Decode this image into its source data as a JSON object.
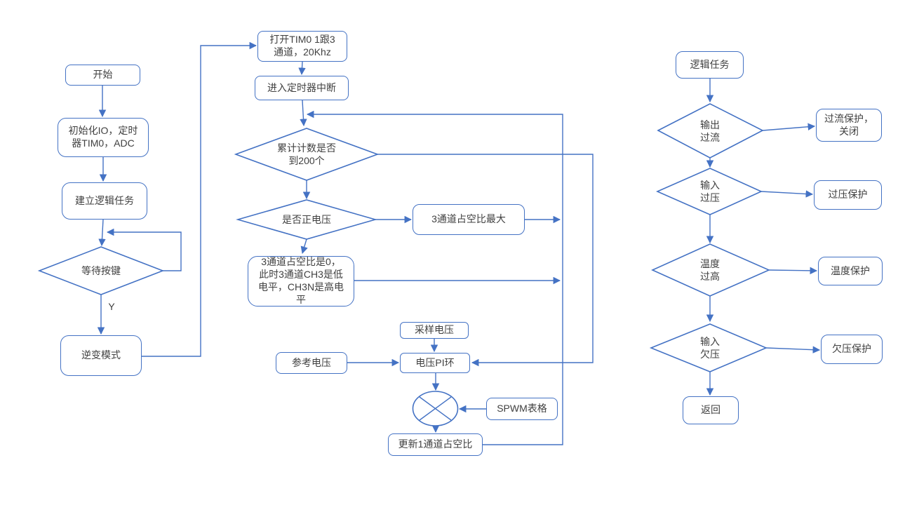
{
  "colors": {
    "stroke": "#4472C4",
    "text": "#404040",
    "background": "#FFFFFF"
  },
  "flowchart": {
    "left": {
      "start": "开始",
      "init_io": "初始化IO，定时\n器TIM0，ADC",
      "create_logic_task": "建立逻辑任务",
      "wait_key": "等待按键",
      "key_yes_label": "Y",
      "inverter_mode": "逆变模式"
    },
    "middle": {
      "open_tim0": "打开TIM0 1跟3\n通道，20Khz",
      "timer_interrupt": "进入定时器中断",
      "count_200": "累计计数是否\n到200个",
      "positive_voltage": "是否正电压",
      "ch3_duty_max": "3通道占空比最大",
      "ch3_duty_zero": "3通道占空比是0，\n此时3通道CH3是低\n电平，CH3N是高电\n平",
      "sample_voltage": "采样电压",
      "ref_voltage": "参考电压",
      "voltage_pi_loop": "电压PI环",
      "spwm_table": "SPWM表格",
      "update_ch1_duty": "更新1通道占空比"
    },
    "right": {
      "logic_task": "逻辑任务",
      "output_overcurrent": "输出\n过流",
      "overcurrent_protect": "过流保护，\n关闭",
      "input_overvoltage": "输入\n过压",
      "overvoltage_protect": "过压保护",
      "temp_too_high": "温度\n过高",
      "temp_protect": "温度保护",
      "input_undervoltage": "输入\n欠压",
      "undervoltage_protect": "欠压保护",
      "return": "返回"
    }
  }
}
